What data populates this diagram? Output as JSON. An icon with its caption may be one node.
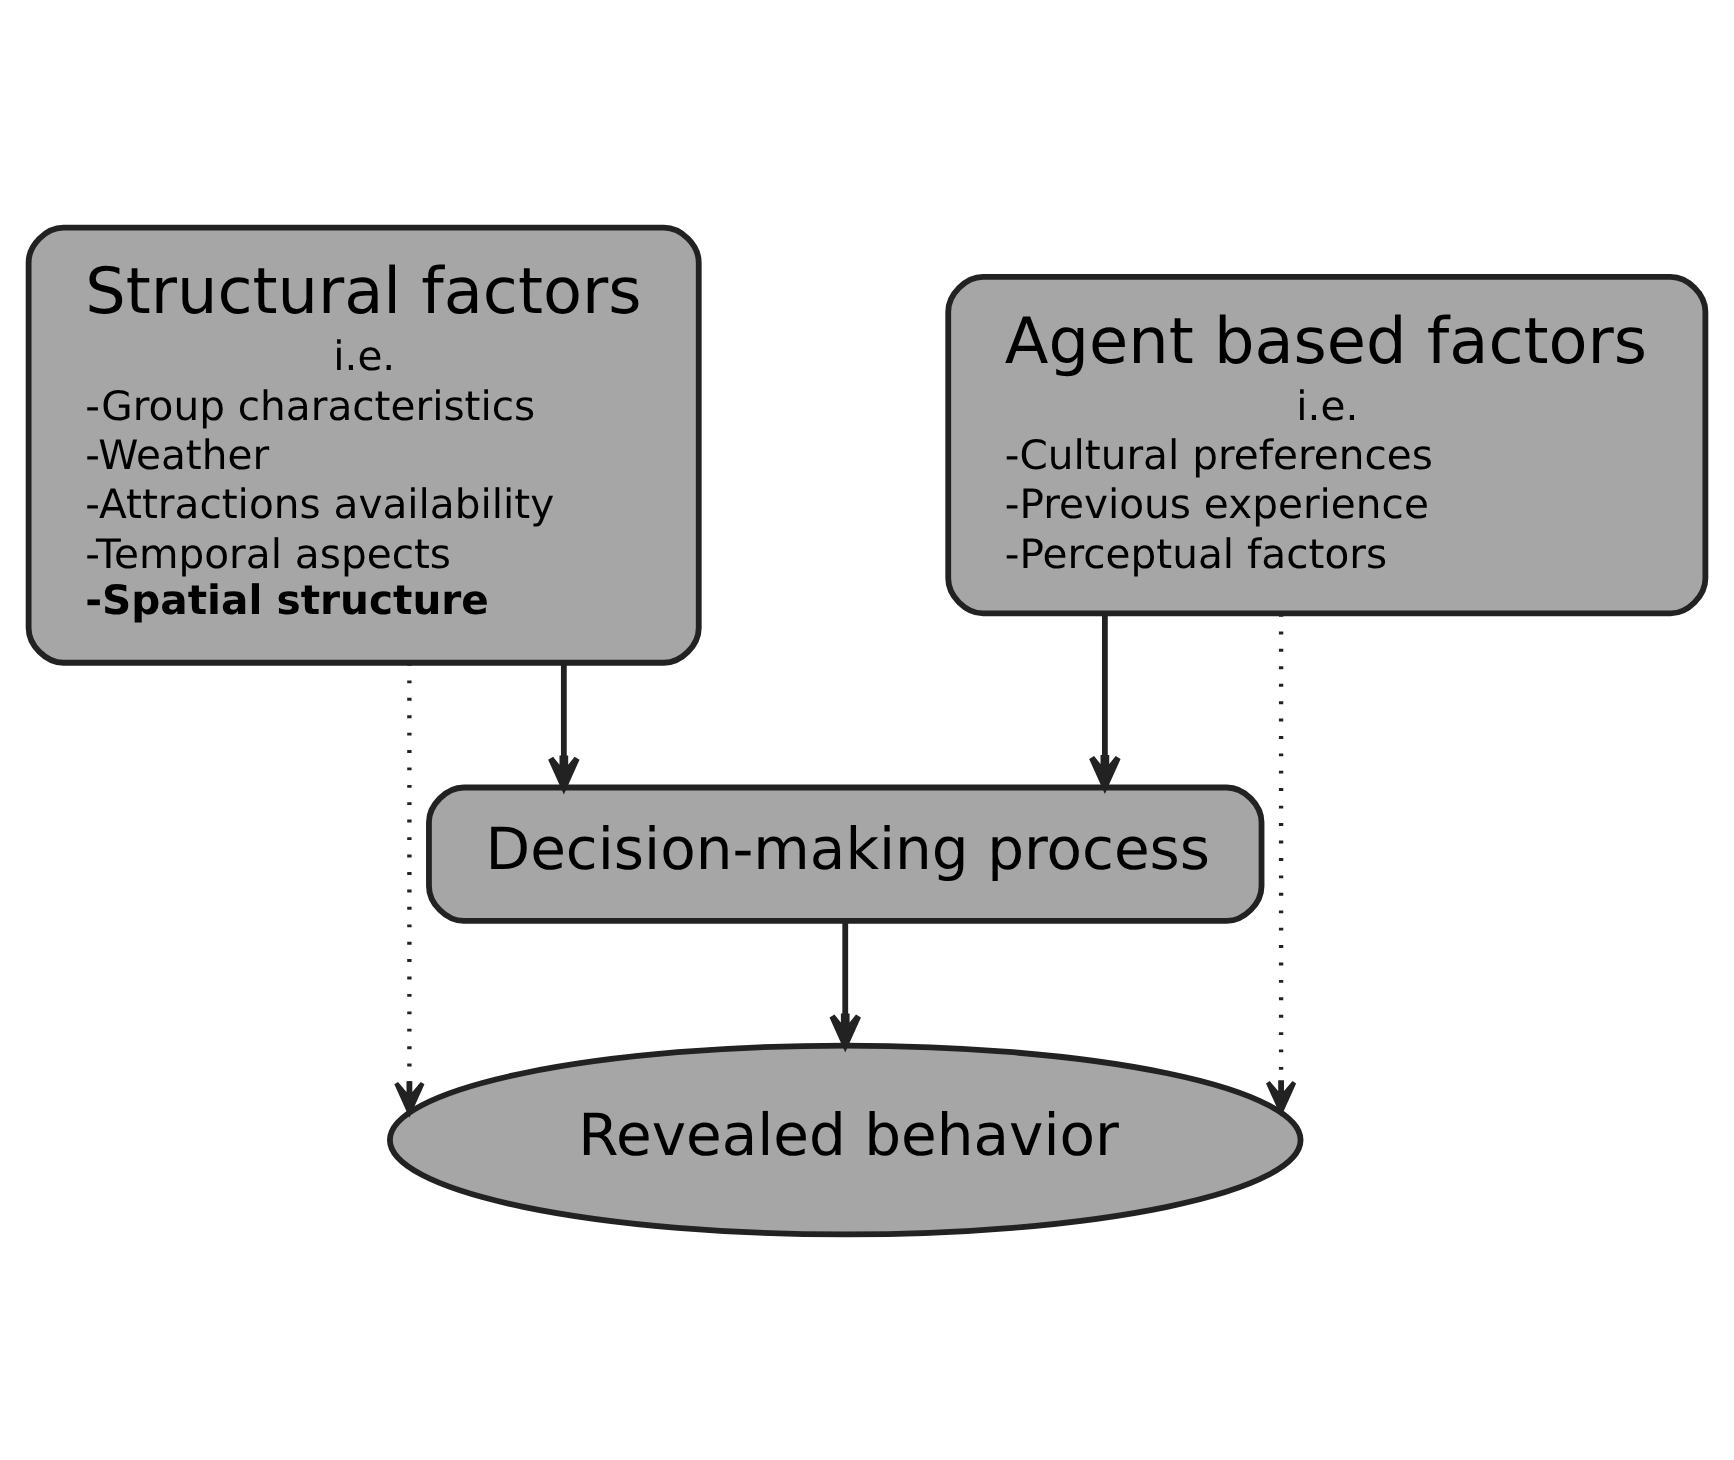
{
  "diagram": {
    "nodes": [
      {
        "text": [
          "Structural factors",
          "i.e.",
          "-Group characteristics",
          "-Weather",
          "-Attractions availability",
          "-Temporal aspects",
          "**-Spatial structure**"
        ]
      },
      {
        "text": [
          "Agent based factors",
          "i.e.",
          "-Cultural preferences",
          "-Previous experience",
          "-Perceptual factors"
        ]
      },
      {
        "text": [
          "Decision-making process"
        ]
      },
      {
        "text": [
          "Revealed behavior"
        ]
      }
    ],
    "edges": [
      {
        "from": 0,
        "to": 2,
        "arrow": "to"
      },
      {
        "from": 1,
        "to": 2,
        "arrow": "to"
      },
      {
        "from": 2,
        "to": 3,
        "arrow": "to"
      },
      {
        "from": 0,
        "to": 3,
        "arrow": "to",
        "style": "dashed"
      },
      {
        "from": 1,
        "to": 3,
        "arrow": "to",
        "style": "dashed"
      }
    ]
  }
}
